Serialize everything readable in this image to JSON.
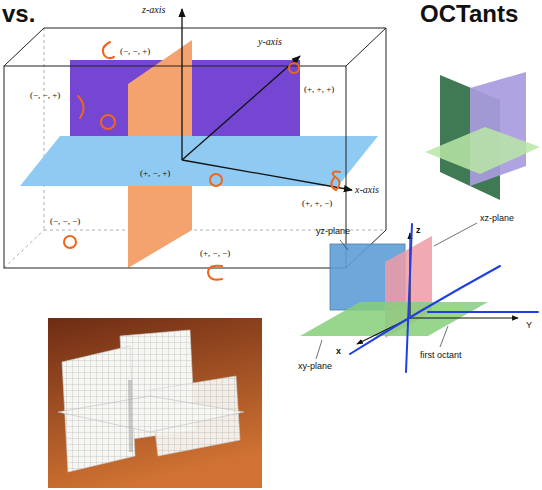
{
  "diagram": {
    "labels": [
      "vs.",
      "OCTants",
      "z-axis",
      "y-axis",
      "(−, −, +)",
      "(+, +, +)",
      "(−, −, +)",
      "(+, −, +)",
      "x-axis",
      "(+, +, −)",
      "(−, −, −)",
      "(+, −, −)",
      "yz-plane",
      "xz-plane",
      "z",
      "Y",
      "first octant",
      "x",
      "xy-plane"
    ]
  }
}
